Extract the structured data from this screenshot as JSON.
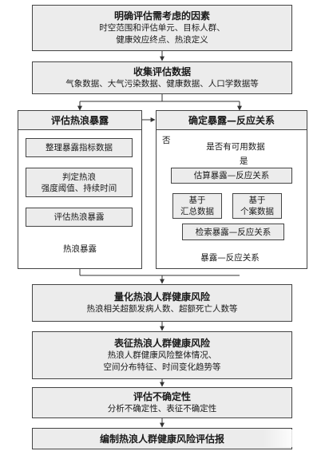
{
  "step1": {
    "title": "明确评估需考虑的因素",
    "line1": "时空范围和评估单元、目标人群、",
    "line2": "健康效应终点、热浪定义"
  },
  "step2": {
    "title": "收集评估数据",
    "line1": "气象数据、大气污染数据、健康数据、人口学数据等"
  },
  "left_panel": {
    "title": "评估热浪暴露",
    "box1": "整理暴露指标数据",
    "box2_line1": "判定热浪",
    "box2_line2": "强度阈值、持续时间",
    "box3": "评估热浪暴露",
    "output": "热浪暴露"
  },
  "right_panel": {
    "title": "确定暴露—反应关系",
    "decision": "是否有可用数据",
    "no_label": "否",
    "yes_label": "是",
    "estimate": "估算暴露—反应关系",
    "basis1_line1": "基于",
    "basis1_line2": "汇总数据",
    "basis2_line1": "基于",
    "basis2_line2": "个案数据",
    "retrieve": "检索暴露—反应关系",
    "output": "暴露—反应关系"
  },
  "step3": {
    "title": "量化热浪人群健康风险",
    "line1": "热浪相关超额发病人数、超额死亡人数等"
  },
  "step4": {
    "title": "表征热浪人群健康风险",
    "line1": "热浪人群健康风险整体情况、",
    "line2": "空间分布特征、时间变化趋势等"
  },
  "step5": {
    "title": "评估不确定性",
    "line1": "分析不确定性、表征不确定性"
  },
  "step6": {
    "title": "编制热浪人群健康风险评估报"
  }
}
